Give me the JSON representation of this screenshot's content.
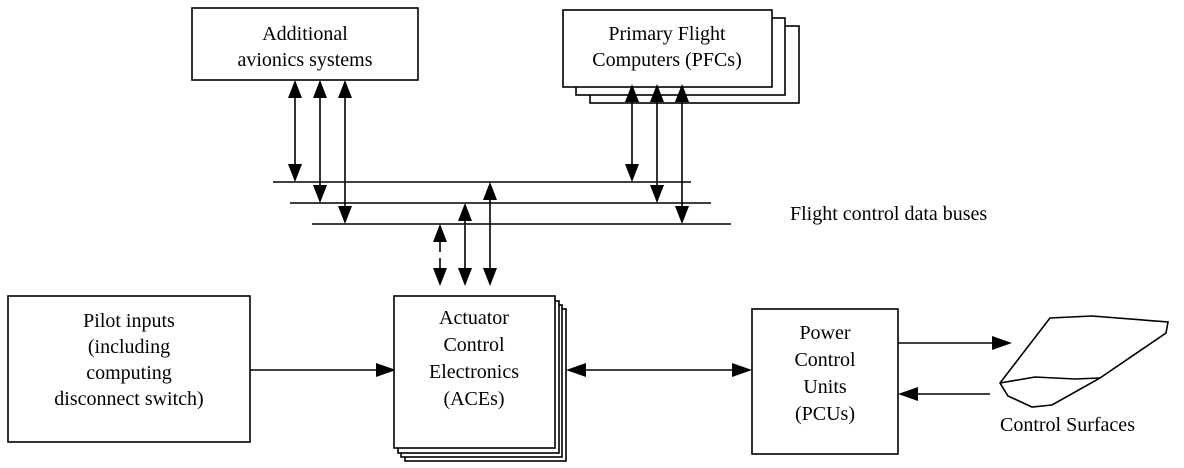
{
  "nodes": {
    "avionics": {
      "lines": [
        "Additional",
        "avionics systems"
      ]
    },
    "pfc": {
      "lines": [
        "Primary Flight",
        "Computers (PFCs)"
      ]
    },
    "pilot": {
      "lines": [
        "Pilot inputs",
        "(including",
        "computing",
        "disconnect switch)"
      ]
    },
    "ace": {
      "lines": [
        "Actuator",
        "Control",
        "Electronics",
        "(ACEs)"
      ]
    },
    "pcu": {
      "lines": [
        "Power",
        "Control",
        "Units",
        "(PCUs)"
      ]
    }
  },
  "labels": {
    "buses": "Flight control data buses",
    "surfaces": "Control Surfaces"
  }
}
